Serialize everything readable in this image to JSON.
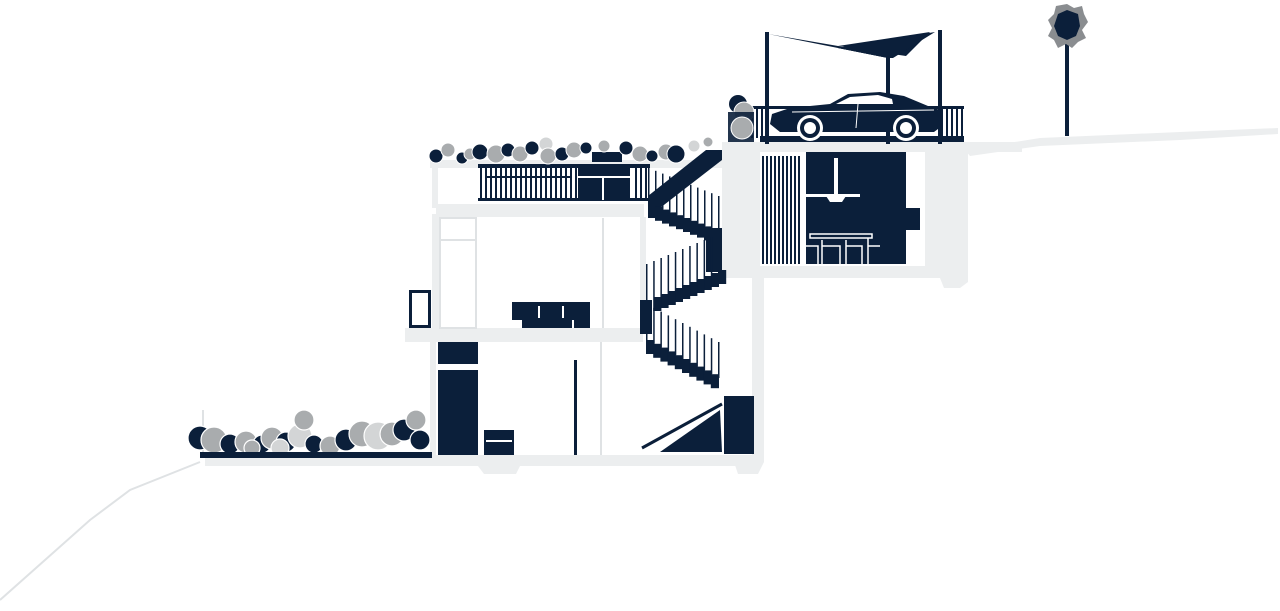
{
  "palette": {
    "navy": "#0b1f3a",
    "concrete": "#eceeef",
    "concrete_edge": "#dfe2e4",
    "shrub_gray": "#a9acae",
    "shrub_light": "#d3d5d6",
    "background": "#ffffff"
  },
  "drawing": {
    "kind": "architectural-section",
    "levels": 4,
    "elements": [
      "terrain",
      "retaining-wall",
      "carport",
      "shade-sail",
      "car",
      "palm-tree",
      "kitchen",
      "roof-garden",
      "staircase",
      "living-room",
      "ground-floor",
      "garden-shrubs"
    ]
  }
}
